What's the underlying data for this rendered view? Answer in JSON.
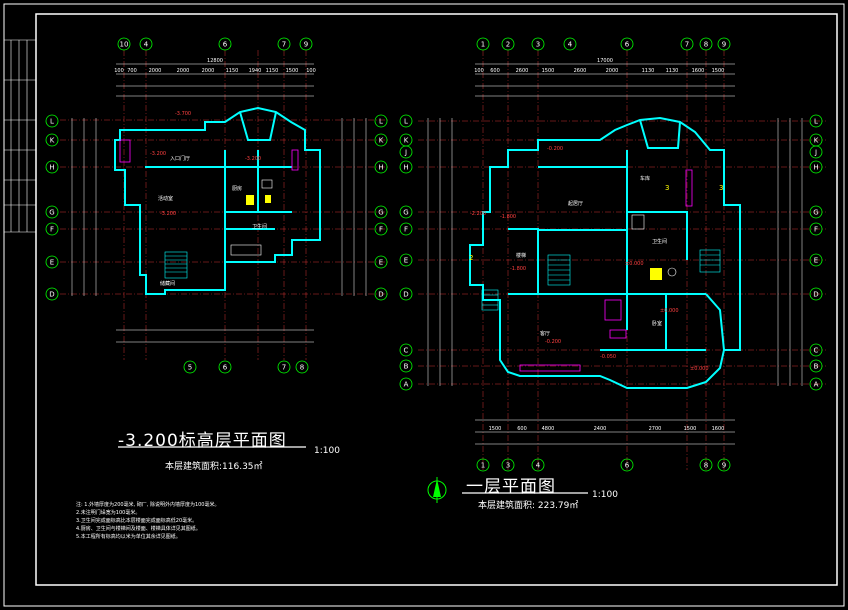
{
  "plan_left": {
    "title": "-3.200标高层平面图",
    "area": "本层建筑面积:116.35㎡",
    "scale": "1:100",
    "axes_top": [
      "⑩",
      "④",
      "⑥",
      "⑦",
      "⑨"
    ],
    "axes_bottom": [
      "⑤",
      "⑥",
      "⑦",
      "⑧"
    ],
    "axes_left": [
      "L",
      "K",
      "H",
      "G",
      "F",
      "E",
      "D"
    ],
    "overall_dim": "12800",
    "dims_top": [
      "100",
      "700",
      "2000",
      "2000",
      "2000",
      "1150",
      "1940",
      "1150",
      "1500",
      "100"
    ]
  },
  "plan_right": {
    "title": "一层平面图",
    "area": "本层建筑面积: 223.79㎡",
    "scale": "1:100",
    "axes_top": [
      "①",
      "②",
      "③",
      "④",
      "⑥",
      "⑦",
      "⑧",
      "⑨"
    ],
    "axes_bottom": [
      "①",
      "③",
      "④",
      "⑥",
      "⑧",
      "⑨"
    ],
    "axes_left": [
      "L",
      "K",
      "J",
      "H",
      "G",
      "F",
      "E",
      "D",
      "C",
      "B",
      "A"
    ],
    "overall_dim": "17000",
    "dims_top": [
      "100",
      "600",
      "2600",
      "1500",
      "2600",
      "2000",
      "1130",
      "1130",
      "1600",
      "1500"
    ],
    "dims_bottom": [
      "1500",
      "600",
      "4800",
      "2400",
      "2700",
      "1500",
      "1600"
    ]
  },
  "notes": [
    "注: 1.外墙厚度为200毫米, 砌厂, 除说明外内墙厚度为100毫米。",
    "2.未注明门垛宽为100毫米。",
    "3.卫生间完成面标高比本层楼面完成面标高低20毫米。",
    "4.厨房、卫生间与楼梯间及楼面、楼梯具体详见其图纸。",
    "5.本工程所有标高均以米为单位其余详见图纸。"
  ],
  "colors": {
    "wall": "#00ffff",
    "axis": "#00ff00",
    "dim": "#ffffff",
    "accent": "#ffff00",
    "fill": "#ff00ff",
    "line": "#ff0000"
  }
}
